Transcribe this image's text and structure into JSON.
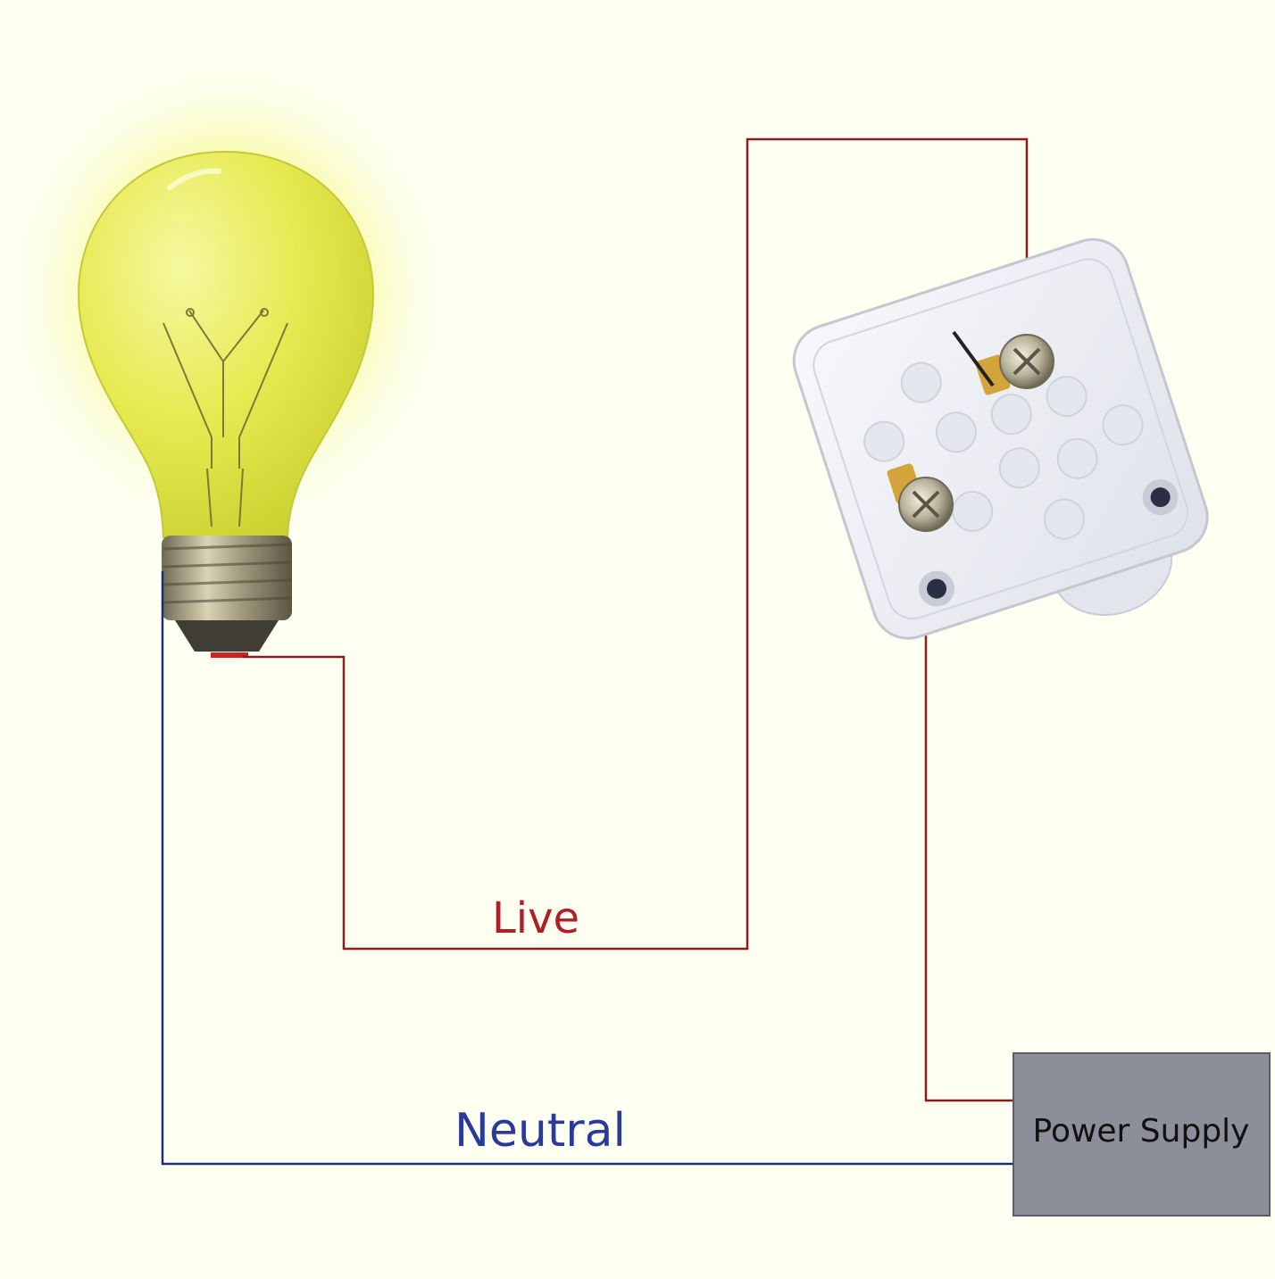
{
  "colors": {
    "background": "#fdfff1",
    "live_wire": "#8c1c1c",
    "neutral_wire": "#1e2a7a",
    "live_label": "#b01e28",
    "neutral_label": "#2a3a9a",
    "power_supply_fill": "#8c8f99",
    "bulb_glass": "#e6ea50",
    "bulb_glow": "#fbfcb0",
    "switch_body": "#eceef4"
  },
  "labels": {
    "live": "Live",
    "neutral": "Neutral",
    "power_supply": "Power Supply"
  },
  "icons": {
    "bulb": "light-bulb-icon",
    "switch": "wall-switch-icon",
    "terminal": "screw-terminal-icon"
  }
}
